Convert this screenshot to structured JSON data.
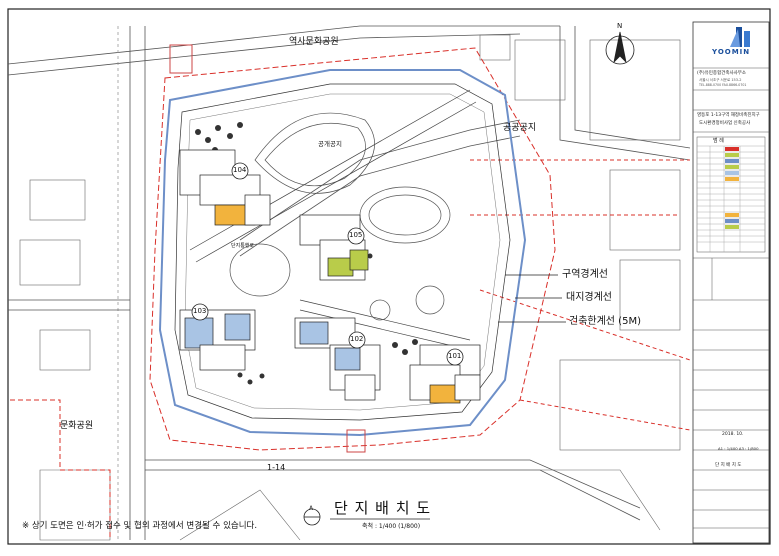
{
  "drawing": {
    "title": "단 지 배 치 도",
    "scale_text": "축척 : 1/400 (1/800)",
    "north_label": "N",
    "section_mark": "A",
    "footnote": "※ 상기 도면은 인·허가 접수 및 협의 과정에서 변경될 수 있습니다."
  },
  "site_labels": {
    "history_park": "역사문화공원",
    "public_open_space": "공공공지",
    "culture_park": "문화공원",
    "open_space": "공개공지",
    "lot": "1-14",
    "walk": "단지통행로"
  },
  "buildings": [
    {
      "label": "104"
    },
    {
      "label": "105"
    },
    {
      "label": "103"
    },
    {
      "label": "102"
    },
    {
      "label": "101"
    }
  ],
  "boundary_legend": [
    {
      "label": "구역경계선"
    },
    {
      "label": "대지경계선"
    },
    {
      "label": "건축한계선 (5M)"
    }
  ],
  "title_block": {
    "company_logo": "YOOMIN",
    "company_name": "(주)유민종합건축사사무소",
    "company_address": "서울시 서초구 서운로 153-2",
    "company_phone": "TEL.888-0700 FAX.8866-0701",
    "project_title_1": "영등포 1-13구역 재정비촉진지구",
    "project_title_2": "도시환경정비사업 신축공사",
    "legend_heading": "범 례",
    "sheet_title": "단 지 배 치 도",
    "date": "2018. 10.",
    "scale": "A1 : 1/400  A3 : 1/800"
  },
  "colors": {
    "blue_unit": "#a9c4e4",
    "yellow_unit": "#f2b33d",
    "green_unit": "#b9cc4a",
    "red_line": "#d9302a",
    "road_line": "#555555"
  }
}
